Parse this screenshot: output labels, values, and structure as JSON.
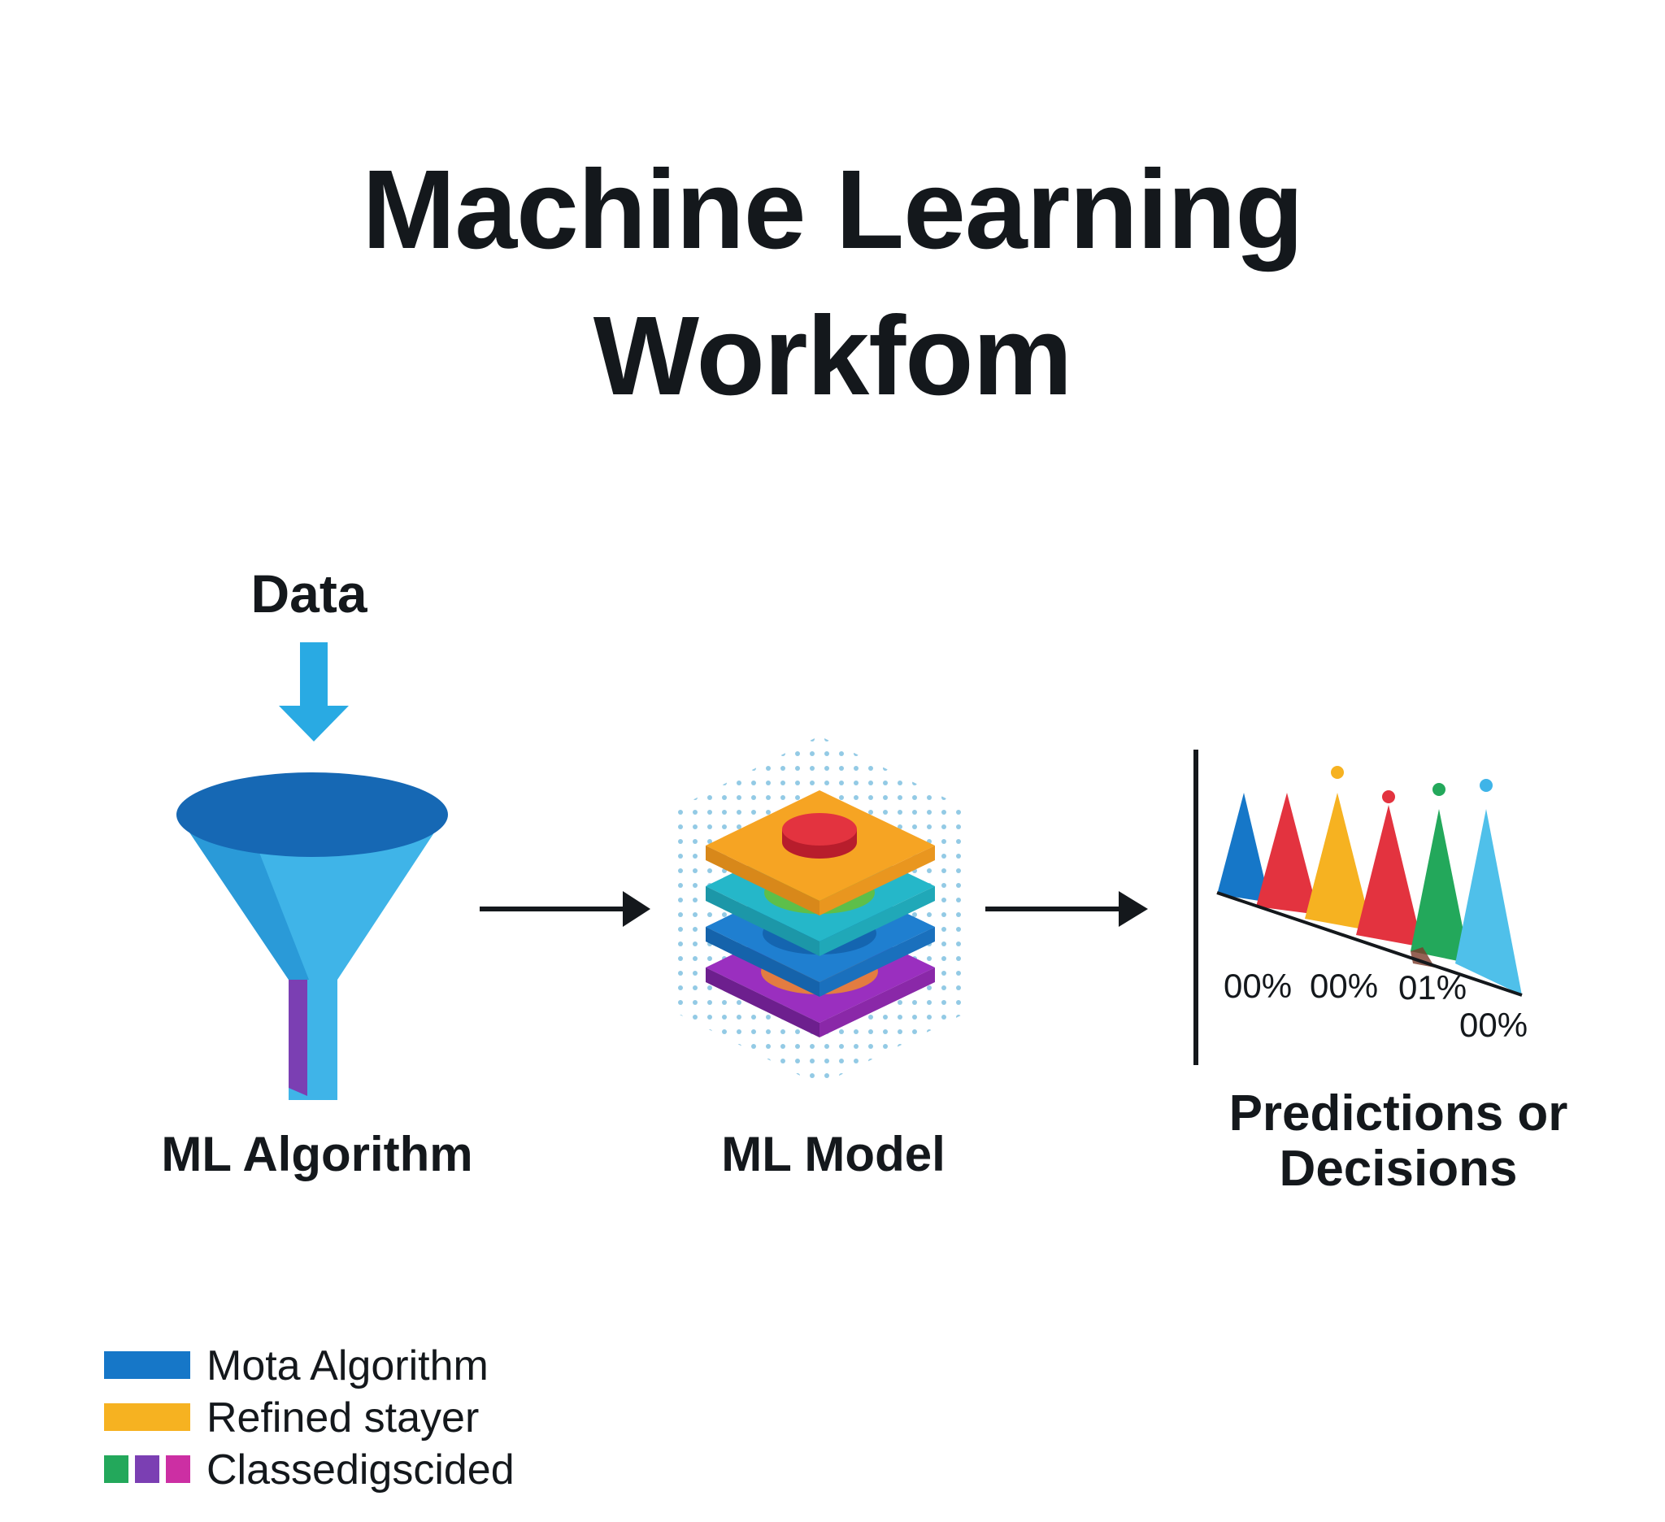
{
  "title": {
    "line1": "Machine Learning",
    "line2": "Workfom"
  },
  "stages": {
    "data_label": "Data",
    "algorithm_label": "ML Algorithm",
    "model_label": "ML Model",
    "predictions_label_line1": "Predictions or",
    "predictions_label_line2": "Decisions"
  },
  "prediction_values": [
    "00%",
    "00%",
    "01%",
    "00%"
  ],
  "colors": {
    "blue": "#1677c8",
    "light_blue": "#3fb4e8",
    "orange": "#f6b221",
    "red": "#e3333f",
    "green": "#23a85b",
    "purple": "#7b3fb3",
    "magenta": "#cc2fa3",
    "teal": "#1fb3a6"
  },
  "legend": [
    {
      "label": "Mota Algorithm",
      "swatches": [
        "#1677c8"
      ]
    },
    {
      "label": "Refined stayer",
      "swatches": [
        "#f6b221"
      ]
    },
    {
      "label": "Classedigscided",
      "swatches": [
        "#23a85b",
        "#7b3fb3",
        "#cc2fa3"
      ]
    }
  ]
}
